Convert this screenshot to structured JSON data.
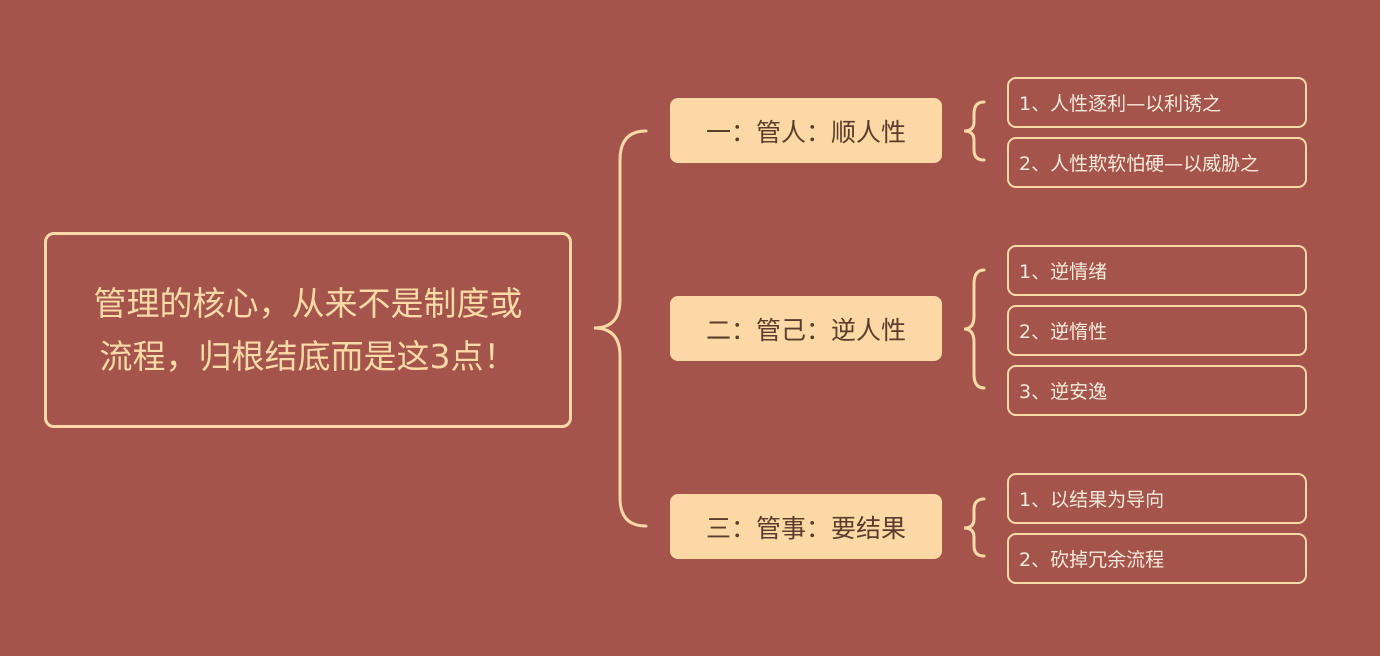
{
  "root": {
    "title": "管理的核心，从来不是制度或流程，归根结底而是这3点！"
  },
  "branches": [
    {
      "label": "一：管人：顺人性",
      "children": [
        "1、人性逐利—以利诱之",
        "2、人性欺软怕硬—以威胁之"
      ]
    },
    {
      "label": "二：管己：逆人性",
      "children": [
        "1、逆情绪",
        "2、逆惰性",
        "3、逆安逸"
      ]
    },
    {
      "label": "三：管事：要结果",
      "children": [
        "1、以结果为导向",
        "2、砍掉冗余流程"
      ]
    }
  ],
  "colors": {
    "background": "#a4544b",
    "accent": "#fcd9a4"
  }
}
